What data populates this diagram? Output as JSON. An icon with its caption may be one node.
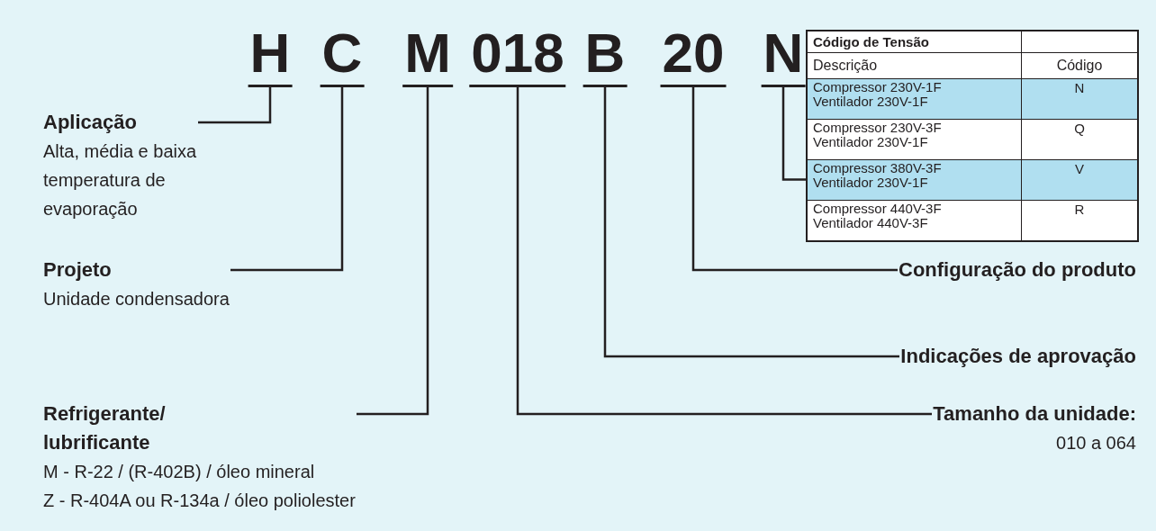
{
  "diagram": {
    "nodes": [
      {
        "text": [
          "H"
        ]
      },
      {
        "text": [
          "C"
        ]
      },
      {
        "text": [
          "M"
        ]
      },
      {
        "text": [
          "018"
        ]
      },
      {
        "text": [
          "B"
        ]
      },
      {
        "text": [
          "20"
        ]
      },
      {
        "text": [
          "N"
        ]
      },
      {
        "text": [
          "Aplicação",
          "Alta, média e baixa temperatura de evaporação"
        ]
      },
      {
        "text": [
          "Projeto",
          "Unidade condensadora"
        ]
      },
      {
        "text": [
          "Refrigerante/ lubrificante",
          "M - R-22 / (R-402B) / óleo mineral",
          "Z - R-404A ou R-134a / óleo poliolester"
        ]
      },
      {
        "text": [
          "Configuração do produto"
        ]
      },
      {
        "text": [
          "Indicações de aprovação"
        ]
      },
      {
        "text": [
          "Tamanho da unidade:",
          "010 a 064"
        ]
      },
      {
        "text": [],
        "shape": "box"
      },
      {
        "text": [],
        "shape": "box"
      }
    ],
    "edges": [
      {
        "from": 0,
        "to": 7,
        "arrow": "none"
      },
      {
        "from": 1,
        "to": 8,
        "arrow": "none"
      },
      {
        "from": 2,
        "to": 9,
        "arrow": "none"
      },
      {
        "from": 3,
        "to": 12,
        "arrow": "none"
      },
      {
        "from": 4,
        "to": 11,
        "arrow": "none"
      },
      {
        "from": 5,
        "to": 10,
        "arrow": "none"
      },
      {
        "from": 6,
        "to": 14,
        "arrow": "none"
      }
    ],
    "labels": [
      "Código de Tensão",
      "Descrição",
      "Código",
      "Compressor 230V-1F Ventilador 230V-1F",
      "N",
      "Compressor 230V-3F Ventilador 230V-1F",
      "Q",
      "Compressor 380V-3F Ventilador 230V-1F",
      "V",
      "Compressor 440V-3F Ventilador 440V-3F",
      "R"
    ]
  }
}
